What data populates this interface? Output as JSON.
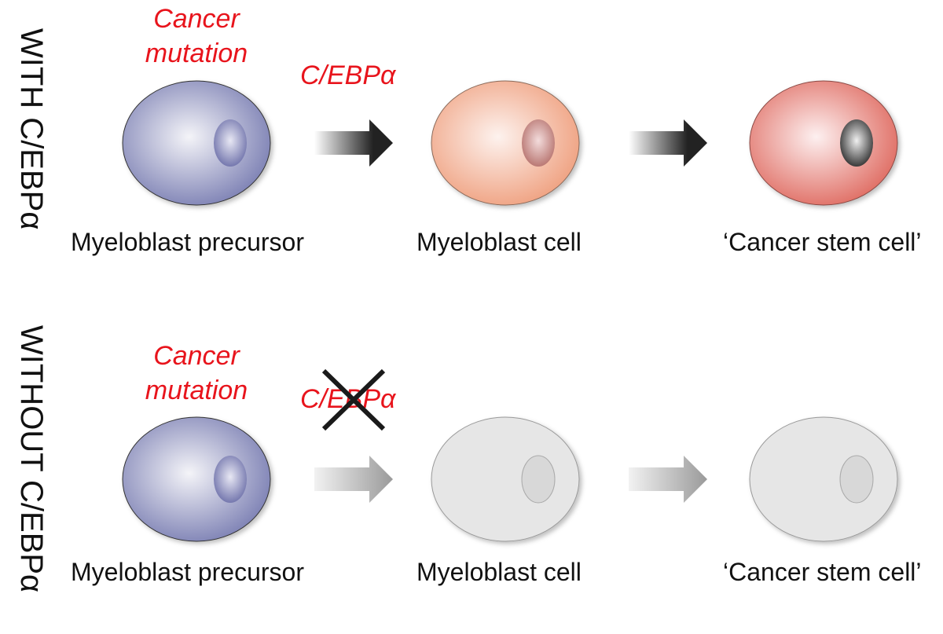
{
  "panels": [
    {
      "id": "with",
      "side_label": "WITH C/EBPα",
      "mutation_label_line1": "Cancer",
      "mutation_label_line2": "mutation",
      "factor_label": "C/EBPα",
      "factor_blocked": false,
      "cells": [
        {
          "caption": "Myeloblast precursor",
          "state": "precursor",
          "body_color": "#7b7fb3",
          "nucleus_color": "#6b6ea8"
        },
        {
          "caption": "Myeloblast cell",
          "state": "myeloblast",
          "body_color": "#efa07f",
          "nucleus_color": "#b5706b"
        },
        {
          "caption": "‘Cancer stem cell’",
          "state": "cancer-stem-cell",
          "body_color": "#df6b61",
          "nucleus_color": "#2a2a2a"
        }
      ],
      "arrows": [
        {
          "from": 0,
          "to": 1,
          "style": "active",
          "color": "#222222"
        },
        {
          "from": 1,
          "to": 2,
          "style": "active",
          "color": "#222222"
        }
      ]
    },
    {
      "id": "without",
      "side_label": "WITHOUT C/EBPα",
      "mutation_label_line1": "Cancer",
      "mutation_label_line2": "mutation",
      "factor_label": "C/EBPα",
      "factor_blocked": true,
      "cells": [
        {
          "caption": "Myeloblast precursor",
          "state": "precursor",
          "body_color": "#7b7fb3",
          "nucleus_color": "#6b6ea8"
        },
        {
          "caption": "Myeloblast cell",
          "state": "inactive",
          "body_color": "#e6e6e6",
          "nucleus_color": "#d6d6d6"
        },
        {
          "caption": "‘Cancer stem cell’",
          "state": "inactive",
          "body_color": "#e6e6e6",
          "nucleus_color": "#d6d6d6"
        }
      ],
      "arrows": [
        {
          "from": 0,
          "to": 1,
          "style": "inactive",
          "color": "#9a9a9a"
        },
        {
          "from": 1,
          "to": 2,
          "style": "inactive",
          "color": "#9a9a9a"
        }
      ]
    }
  ],
  "colors": {
    "annotation_red": "#e8141c",
    "text": "#111111",
    "cross": "#1a1a1a"
  }
}
